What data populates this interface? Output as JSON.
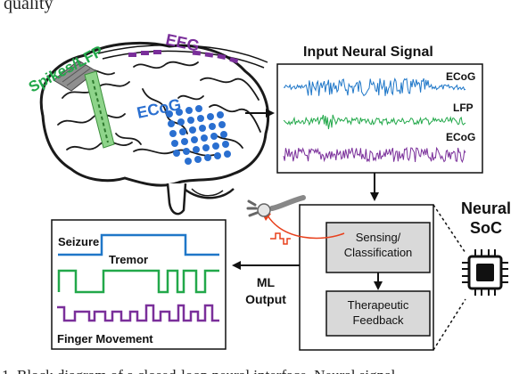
{
  "top_partial_text": "quality",
  "bottom_caption": "1.   Block diagram of a closed-loop neural interface. Neural signal",
  "brain": {
    "spikes_lfp_label": "Spikes/LFP",
    "eeg_label": "EEG",
    "ecog_label": "ECoG"
  },
  "input_signal": {
    "title": "Input Neural Signal",
    "traces": [
      "ECoG",
      "LFP",
      "ECoG"
    ]
  },
  "soc": {
    "title_line1": "Neural",
    "title_line2": "SoC",
    "sensing_line1": "Sensing/",
    "sensing_line2": "Classification",
    "therapeutic_line1": "Therapeutic",
    "therapeutic_line2": "Feedback"
  },
  "ml_output": {
    "line1": "ML",
    "line2": "Output"
  },
  "output_panel": {
    "seizure_label": "Seizure",
    "tremor_label": "Tremor",
    "finger_label": "Finger Movement"
  },
  "colors": {
    "blue": "#1f77c8",
    "green": "#22a84a",
    "purple": "#7a2f9a",
    "red": "#e8401c",
    "ecog_blue": "#2a6fd0",
    "gray_box": "#d9d9d9"
  }
}
